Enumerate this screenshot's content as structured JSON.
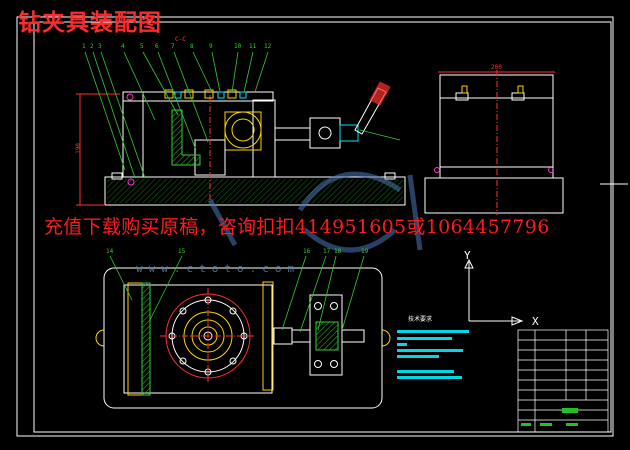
{
  "drawing": {
    "title": "钻夹具装配图",
    "section_label": "C-C",
    "watermark": "充值下载购买原稿，咨询扣扣414951605或1064457796",
    "site_watermark": "www.ctoto.com",
    "technical_requirements_title": "技术要求",
    "axis": {
      "x": "X",
      "y": "Y"
    },
    "height_dim": "190",
    "width_dim": "200",
    "callouts_top": [
      "1",
      "2",
      "3",
      "4",
      "5",
      "6",
      "7",
      "8",
      "9",
      "10",
      "11",
      "12"
    ],
    "callouts_bottom": [
      "14",
      "15",
      "16",
      "17",
      "18",
      "19"
    ]
  },
  "colors": {
    "background": "#000000",
    "outline": "#ffffff",
    "red": "#ff2020",
    "yellow": "#ffd400",
    "green": "#33cc33",
    "cyan": "#00e5ff",
    "magenta": "#ff33cc",
    "hatch": "#20a020"
  }
}
